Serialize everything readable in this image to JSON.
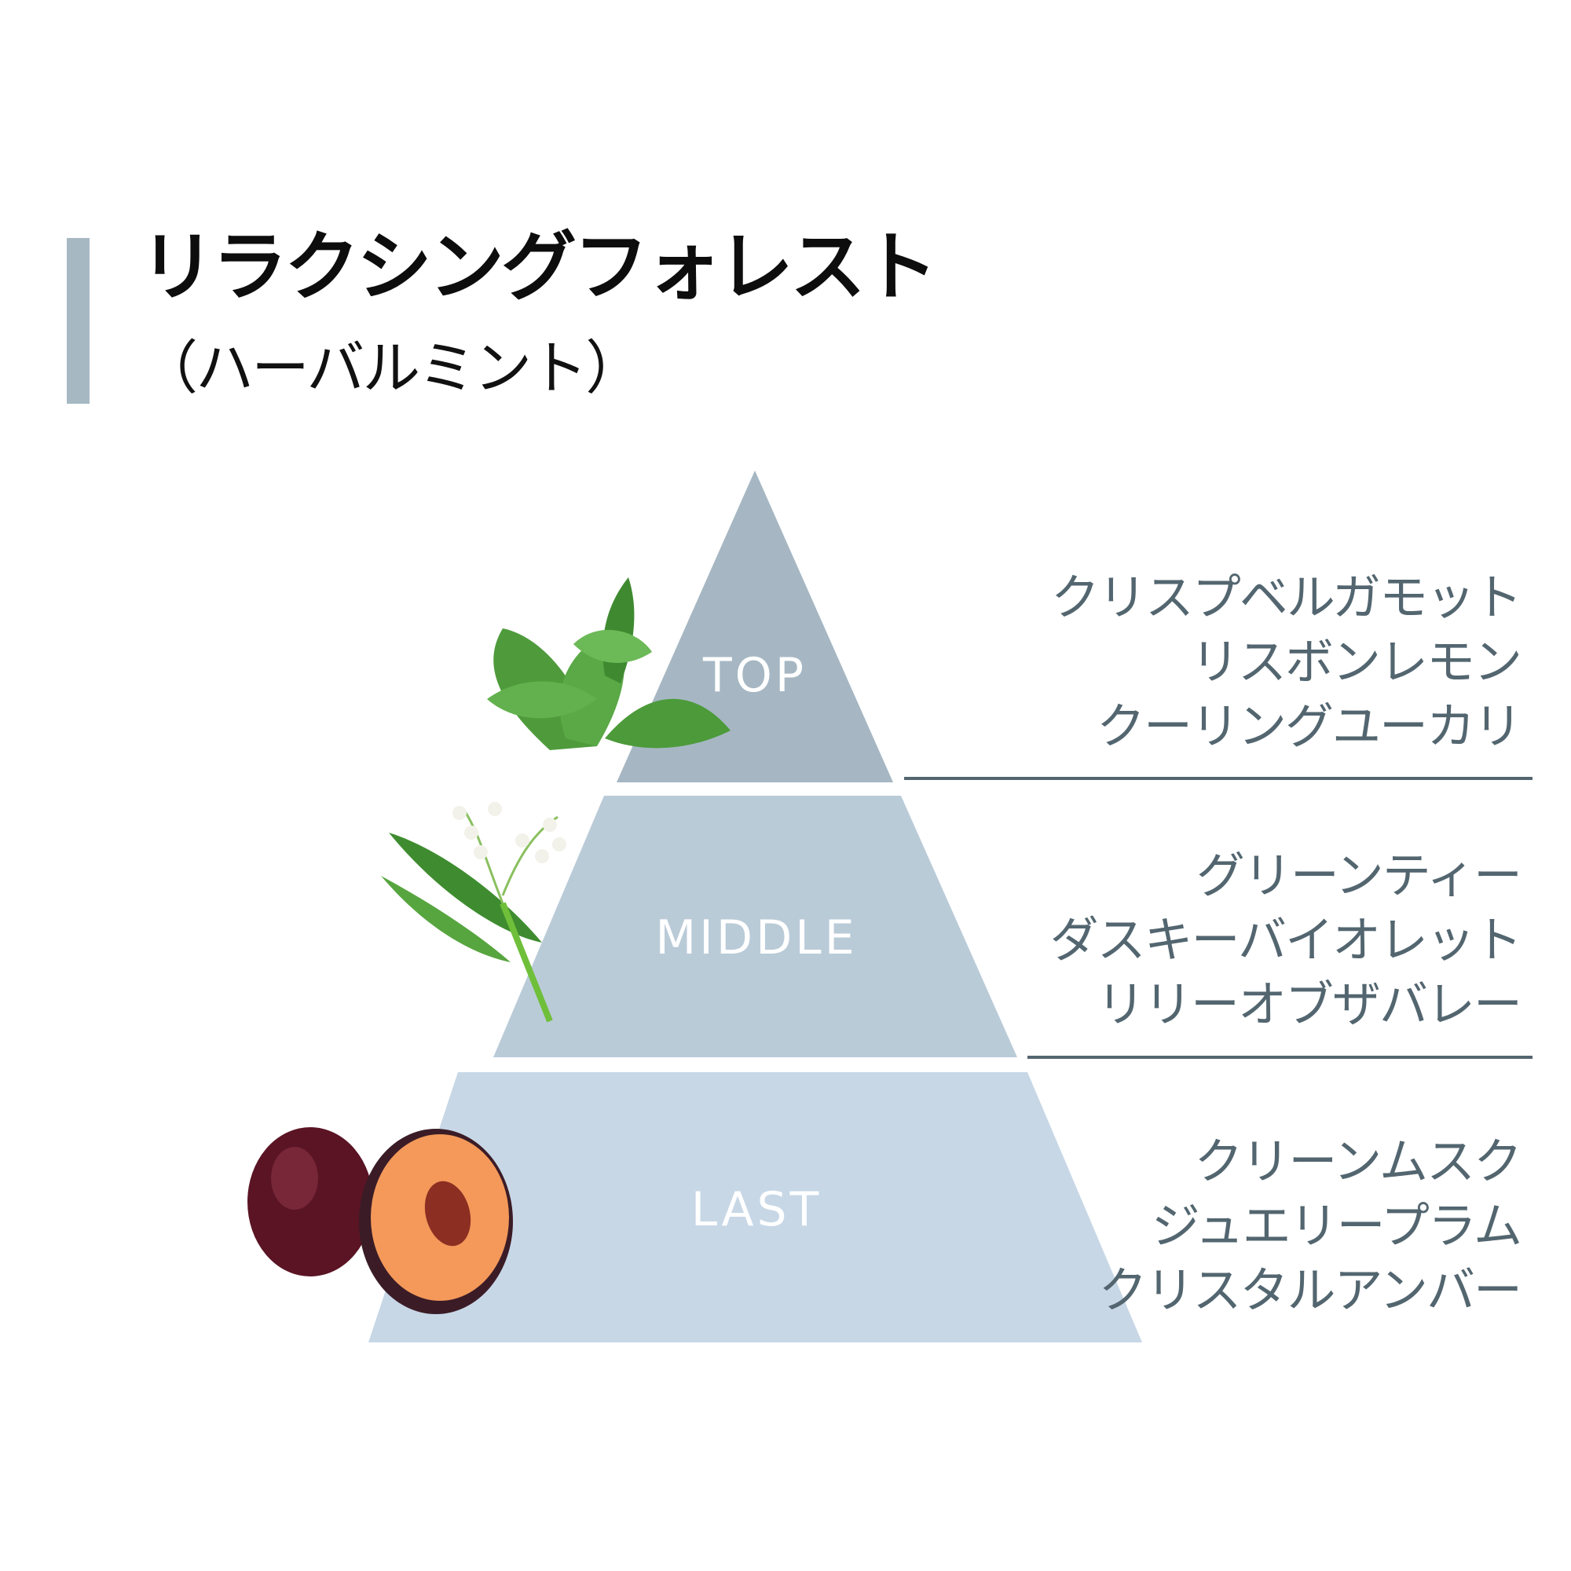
{
  "header": {
    "title": "リラクシングフォレスト",
    "subtitle": "（ハーバルミント）",
    "accent_color": "#a6b8c2"
  },
  "pyramid": {
    "tiers": [
      {
        "label": "TOP",
        "color": "#a6b7c3",
        "illustration": "mint-leaves-icon",
        "notes": [
          "クリスプベルガモット",
          "リスボンレモン",
          "クーリングユーカリ"
        ]
      },
      {
        "label": "MIDDLE",
        "color": "#bacbd8",
        "illustration": "lily-of-the-valley-icon",
        "notes": [
          "グリーンティー",
          "ダスキーバイオレット",
          "リリーオブザバレー"
        ]
      },
      {
        "label": "LAST",
        "color": "#c7d7e6",
        "illustration": "plum-icon",
        "notes": [
          "クリーンムスク",
          "ジュエリープラム",
          "クリスタルアンバー"
        ]
      }
    ]
  },
  "colors": {
    "note_text": "#536670",
    "divider": "#536670"
  }
}
